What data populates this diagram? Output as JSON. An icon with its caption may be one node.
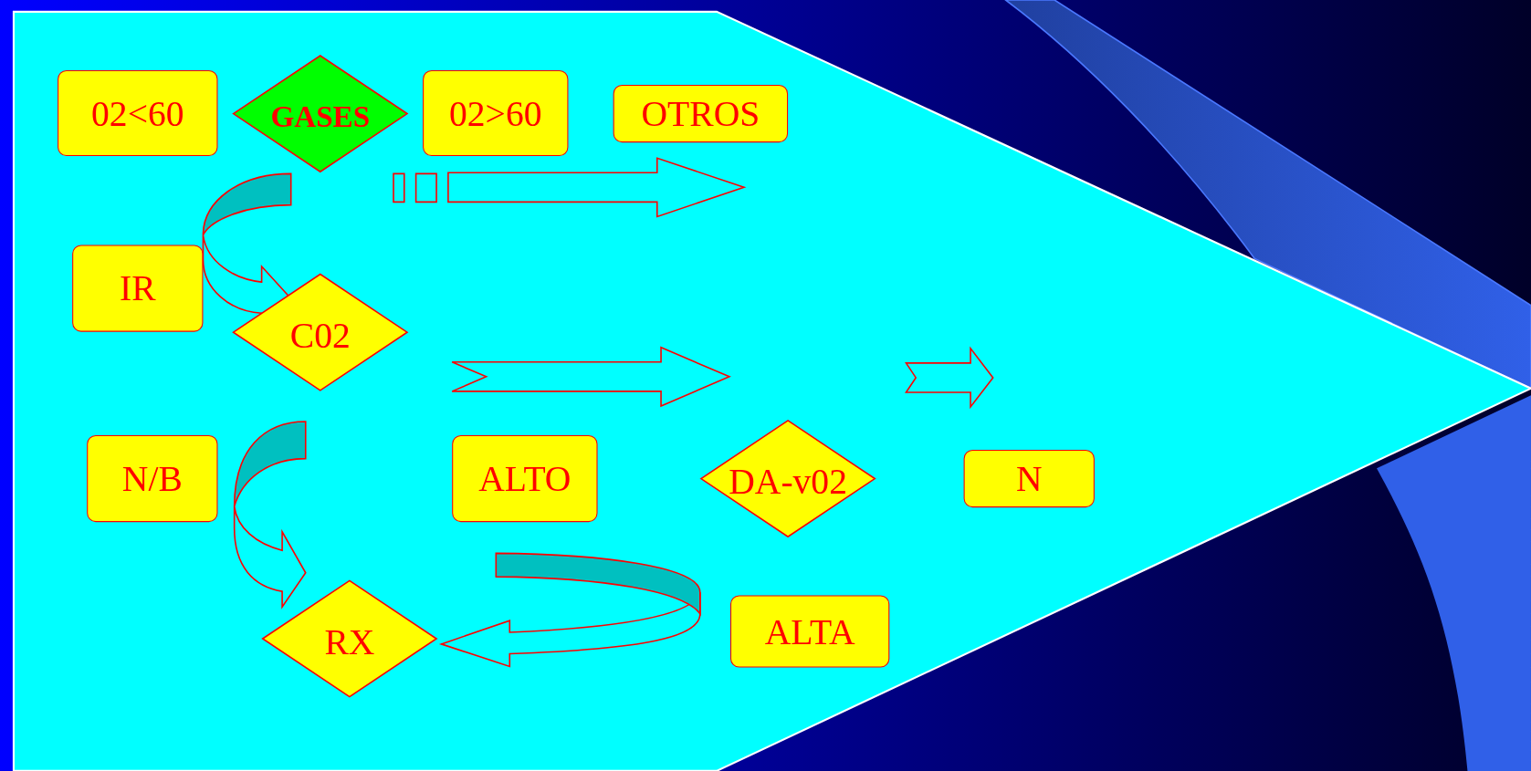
{
  "diagram": {
    "nodes": [
      {
        "text": [
          "02<60"
        ]
      },
      {
        "text": [
          "GASES"
        ]
      },
      {
        "text": [
          "02>60"
        ]
      },
      {
        "text": [
          "OTROS"
        ]
      },
      {
        "text": [
          "IR"
        ]
      },
      {
        "text": [
          "C02"
        ]
      },
      {
        "text": [
          "N/B"
        ]
      },
      {
        "text": [
          "ALTO"
        ]
      },
      {
        "text": [
          "DA-v02"
        ]
      },
      {
        "text": [
          "N"
        ]
      },
      {
        "text": [
          "ALTA"
        ]
      },
      {
        "text": [
          "RX"
        ]
      }
    ],
    "edges": [
      {
        "from": 1,
        "to": 5,
        "arrow": "to"
      },
      {
        "from": 1,
        "to": 3,
        "arrow": "to"
      },
      {
        "from": 5,
        "to": 8,
        "arrow": "to"
      },
      {
        "from": 8,
        "to": 9,
        "arrow": "to"
      },
      {
        "from": 6,
        "to": 11,
        "arrow": "to"
      },
      {
        "from": 7,
        "to": 11,
        "arrow": "to"
      }
    ]
  }
}
